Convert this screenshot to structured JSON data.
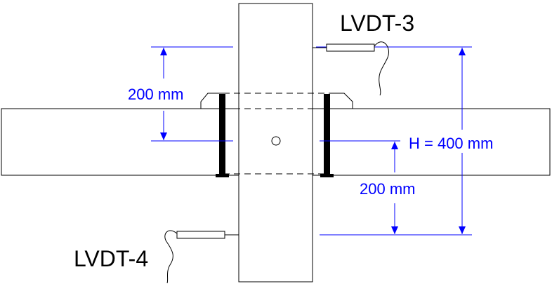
{
  "labels": {
    "lvdt_top": "LVDT-3",
    "lvdt_bottom": "LVDT-4",
    "dim_left": "200 mm",
    "dim_right_height": "H = 400 mm",
    "dim_right_lower": "200 mm"
  },
  "colors": {
    "dimension": "#0000ff",
    "lines": "#000000"
  }
}
